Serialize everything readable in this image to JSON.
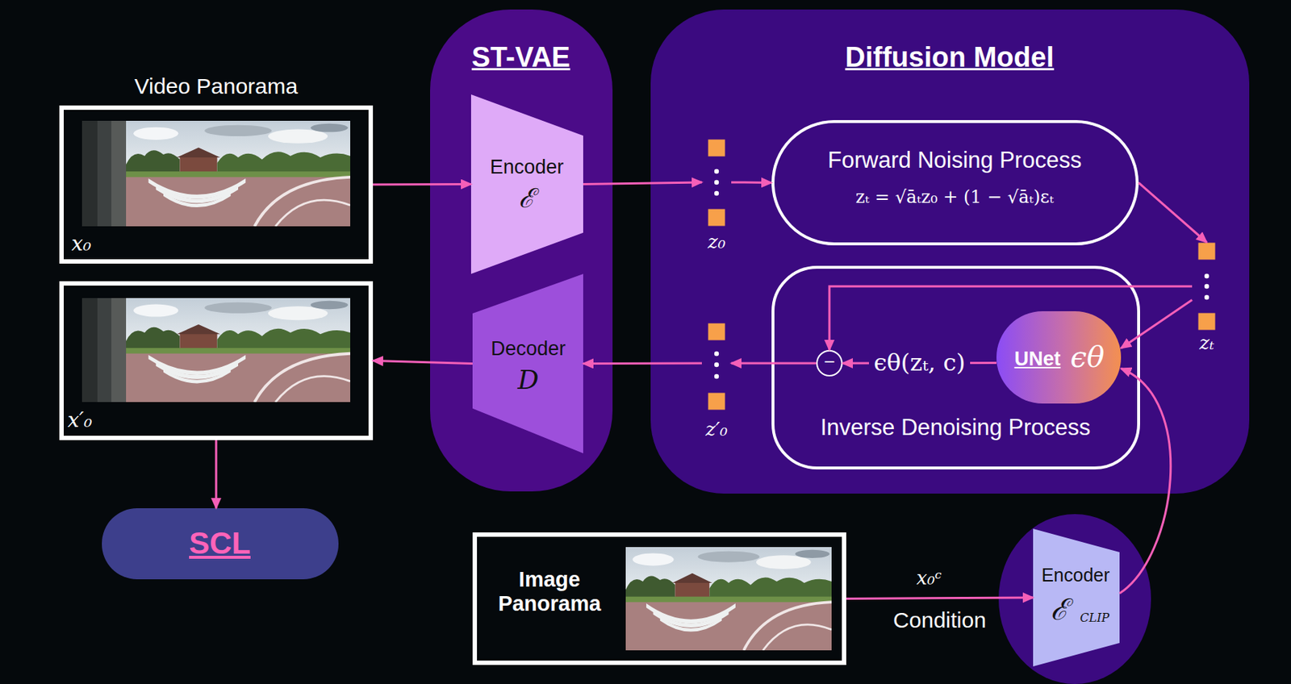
{
  "diagram": {
    "nodes": [
      {
        "text": [
          "Video Panorama",
          "x₀"
        ]
      },
      {
        "text": [
          "ST-VAE"
        ]
      },
      {
        "text": [
          "Encoder",
          "ℰ"
        ],
        "in": 1
      },
      {
        "text": [
          "Decoder",
          "D"
        ],
        "in": 1
      },
      {
        "text": [
          "Diffusion Model"
        ]
      },
      {
        "text": [
          "z₀"
        ],
        "in": 4
      },
      {
        "text": [
          "Forward Noising Process",
          "zₜ = √āₜz₀ + (1 − √āₜ)εₜ"
        ],
        "in": 4
      },
      {
        "text": [
          "zₜ"
        ],
        "in": 4
      },
      {
        "text": [
          "Inverse Denoising Process"
        ],
        "in": 4
      },
      {
        "text": [
          "−"
        ],
        "in": 8
      },
      {
        "text": [
          "UNet",
          "ϵθ"
        ],
        "in": 8
      },
      {
        "text": [
          "z′₀"
        ],
        "in": 4
      },
      {
        "text": [
          "x′₀"
        ]
      },
      {
        "text": [
          "SCL"
        ]
      },
      {
        "text": [
          "Image Panorama"
        ]
      },
      {
        "text": [
          "Encoder",
          "ℰ",
          "CLIP"
        ]
      }
    ],
    "edges": [
      {
        "from": 0,
        "to": 2,
        "arrow": "to"
      },
      {
        "from": 2,
        "to": 5,
        "arrow": "to"
      },
      {
        "from": 5,
        "to": 6,
        "arrow": "to"
      },
      {
        "from": 6,
        "to": 7,
        "arrow": "to"
      },
      {
        "from": 7,
        "to": 9,
        "arrow": "to"
      },
      {
        "from": 7,
        "to": 10,
        "arrow": "to"
      },
      {
        "from": 10,
        "to": 9,
        "arrow": "to",
        "label": "ϵθ(zₜ, c)"
      },
      {
        "from": 9,
        "to": 11,
        "arrow": "to"
      },
      {
        "from": 11,
        "to": 3,
        "arrow": "to"
      },
      {
        "from": 3,
        "to": 12,
        "arrow": "to"
      },
      {
        "from": 12,
        "to": 13,
        "arrow": "to"
      },
      {
        "from": 14,
        "to": 15,
        "arrow": "to",
        "label": "Condition"
      },
      {
        "from": 15,
        "to": 10,
        "arrow": "to"
      }
    ],
    "labels": [
      "x₀ᶜ"
    ]
  }
}
